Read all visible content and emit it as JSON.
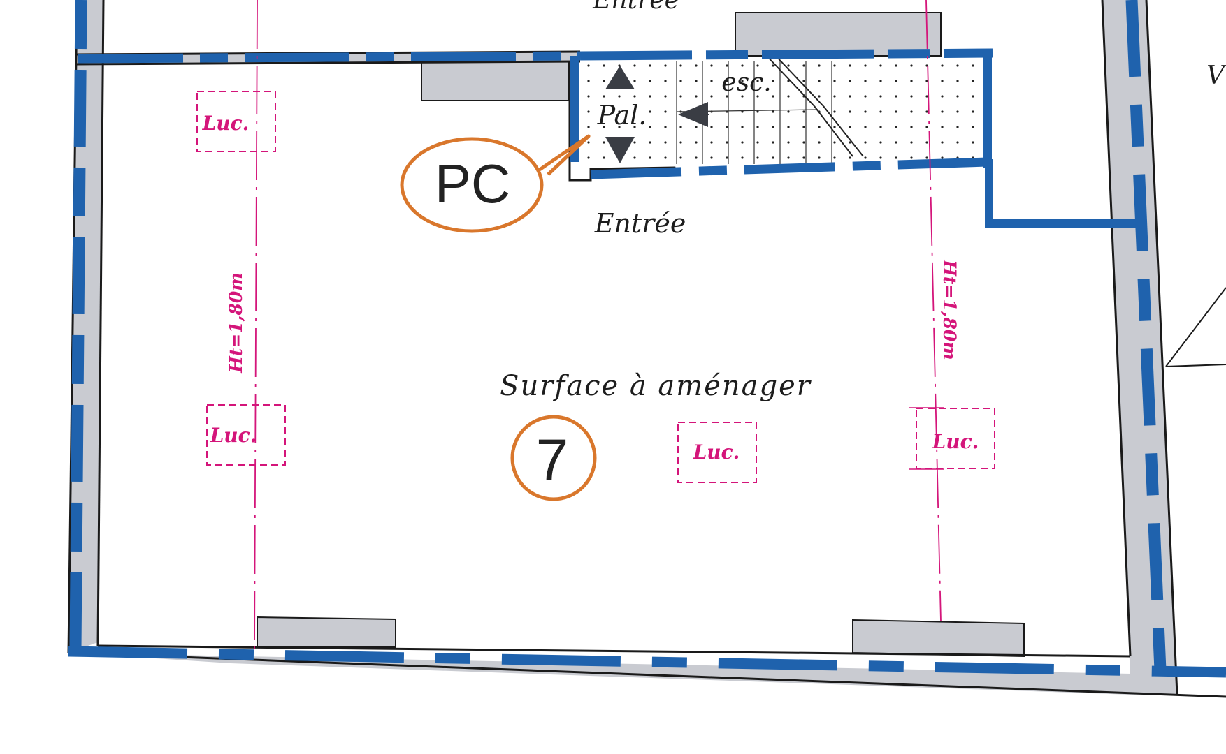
{
  "colors": {
    "wall_blue": "#1f62ad",
    "wall_grey": "#c9cbd1",
    "outline": "#1a1a1a",
    "magenta": "#d4157a",
    "orange": "#d9772c",
    "arrow": "#3a3d44"
  },
  "labels": {
    "entree_top": "Entrée",
    "entree": "Entrée",
    "esc": "esc.",
    "pal": "Pal.",
    "surface": "Surface à aménager",
    "edge_right": "V"
  },
  "badges": {
    "pc": "PC",
    "room_number": "7"
  },
  "skylights": [
    {
      "label": "Luc."
    },
    {
      "label": "Luc."
    },
    {
      "label": "Luc."
    },
    {
      "label": "Luc."
    }
  ],
  "height_lines": [
    {
      "label": "Ht=1,80m"
    },
    {
      "label": "Ht=1,80m"
    }
  ],
  "icons": {
    "arrow_up": "triangle-up-icon",
    "arrow_down": "triangle-down-icon",
    "arrow_left": "arrow-left-icon"
  }
}
